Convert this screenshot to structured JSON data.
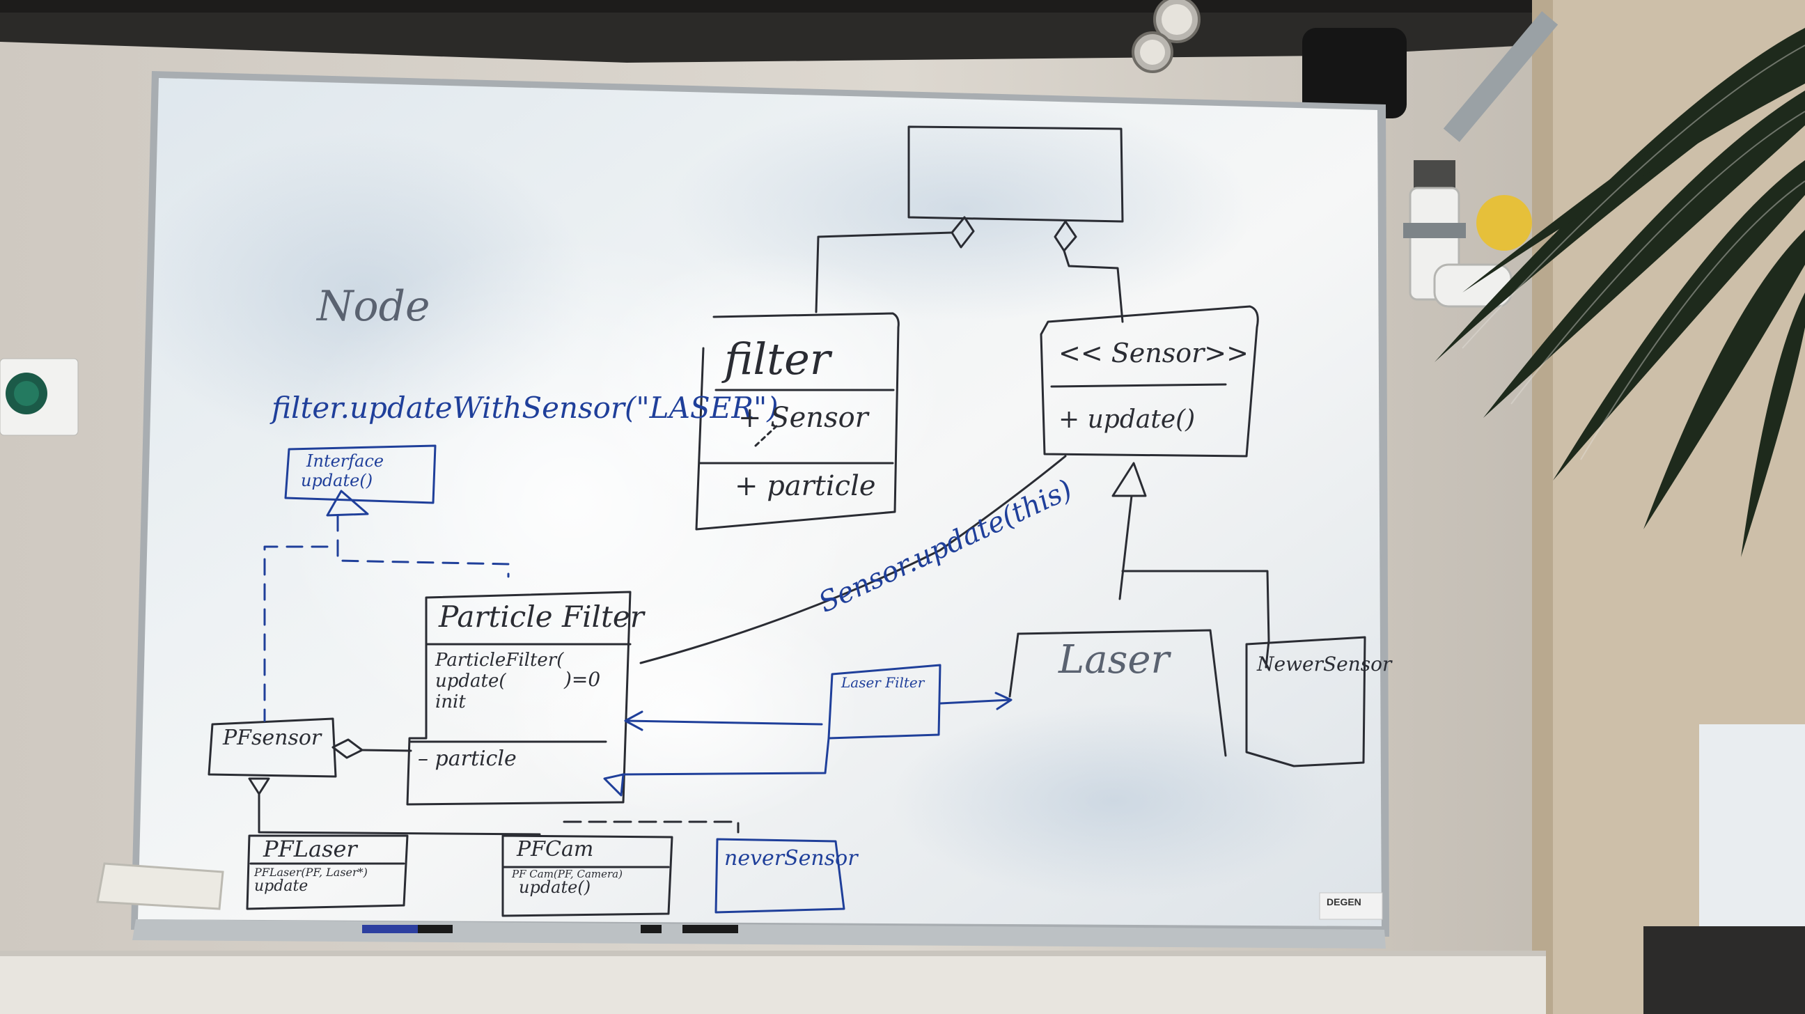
{
  "scene": {
    "description": "Photo of a whiteboard with a hand-drawn UML class diagram in an office",
    "colors": {
      "wall": "#d9d4cc",
      "board": "#e9eef1",
      "frame": "#a9aeb2",
      "black_marker": "#2a2c33",
      "blue_marker": "#1f3f9a",
      "plant": "#1e2a1c"
    }
  },
  "board": {
    "node_label": "Node",
    "call_filter": "filter.updateWithSensor(\"LASER\")",
    "interface_box": {
      "line1": "Interface",
      "line2": "update()"
    },
    "filter_class": {
      "title": "filter",
      "attr1": "+ Sensor",
      "attr2": "+ particle"
    },
    "sensor_class": {
      "title": "<< Sensor>>",
      "method": "+ update()"
    },
    "particle_filter_class": {
      "title": "Particle Filter",
      "method1": "ParticleFilter(",
      "method2": "update(",
      "method2_suffix": ")=0",
      "method3": "init",
      "attr": "– particle"
    },
    "pfsensor_label": "PFsensor",
    "call_sensor_update": "Sensor.update(this)",
    "laser_filter_label": "Laser Filter",
    "laser_label": "Laser",
    "newer_sensor_label": "NewerSensor",
    "pflaser_class": {
      "title": "PFLaser",
      "line1": "PFLaser(PF, Laser*)",
      "line2": "update"
    },
    "pfcam_class": {
      "title": "PFCam",
      "line1": "PF Cam(PF, Camera)",
      "line2": "update()"
    },
    "never_sensor_label": "neverSensor",
    "maker_label": "DEGEN"
  }
}
